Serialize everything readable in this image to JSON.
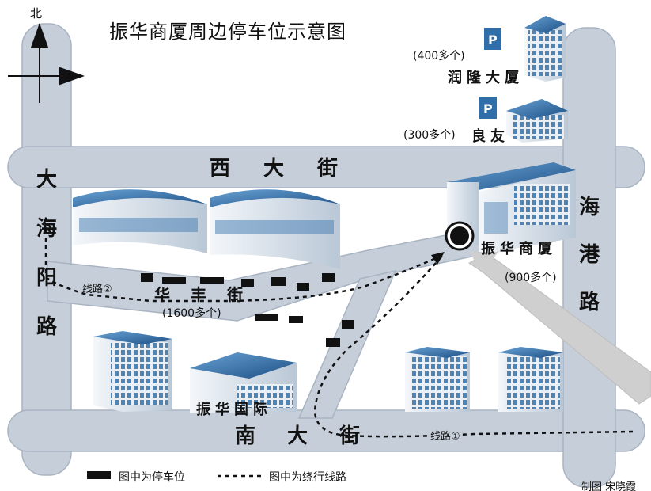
{
  "title": "振华商厦周边停车位示意图",
  "compass": {
    "north_label": "北"
  },
  "roads": {
    "west": "大海阳路",
    "north": "西大街",
    "south": "南大街",
    "east": "海港路",
    "middle": "华丰街"
  },
  "buildings": {
    "zhenhua_shangsha": {
      "name": "振华商厦",
      "spaces": "(900多个)"
    },
    "runlong": {
      "name": "润隆大厦",
      "spaces": "(400多个)"
    },
    "liangyou": {
      "name": "良友",
      "spaces": "(300多个)"
    },
    "zhenhua_guoji": {
      "name": "振华国际"
    },
    "huafeng_street": {
      "spaces": "(1600多个)"
    }
  },
  "routes": {
    "route1": "线路①",
    "route2": "线路②"
  },
  "legend": {
    "parking": "图中为停车位",
    "route": "图中为绕行线路"
  },
  "credit": "制图 宋晓霞",
  "colors": {
    "road": "#c5ced9",
    "road_edge": "#a9b4c2",
    "building_roof": "#2f6ea8",
    "building_wall": "#dde6ee",
    "window": "#5d8fbd",
    "parking": "#111111",
    "arrow": "#cfcfcf"
  }
}
